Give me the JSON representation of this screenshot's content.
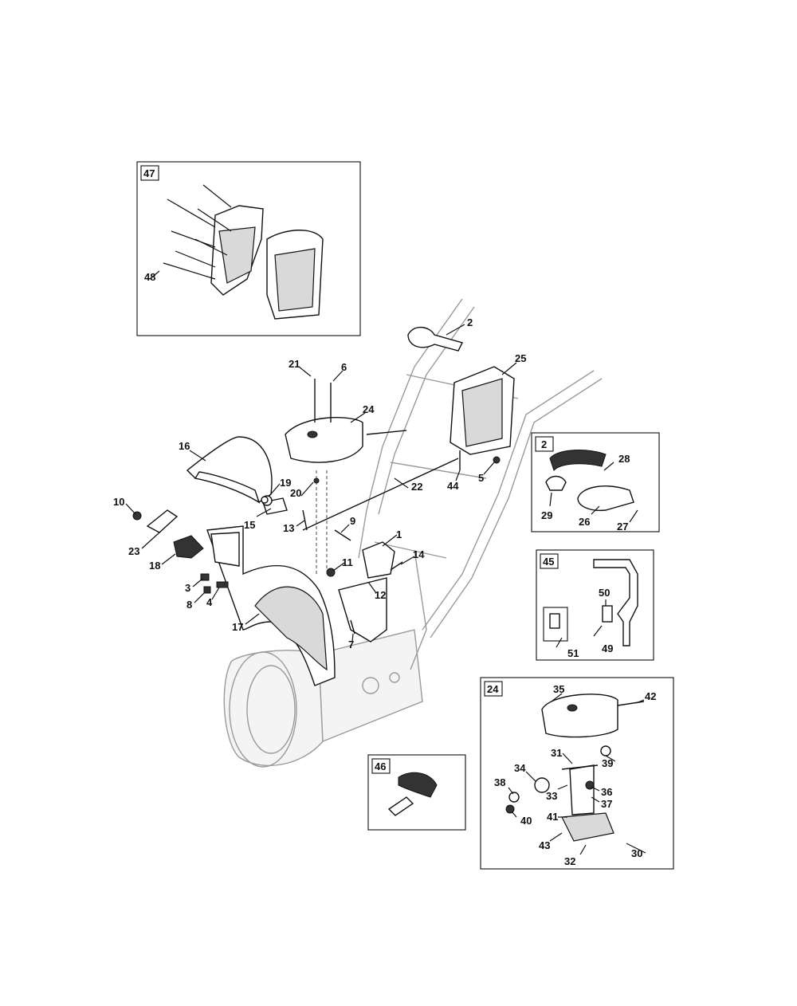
{
  "diagram": {
    "part_labels": [
      "1",
      "2",
      "3",
      "4",
      "5",
      "6",
      "7",
      "8",
      "9",
      "10",
      "11",
      "12",
      "13",
      "14",
      "15",
      "16",
      "17",
      "18",
      "19",
      "20",
      "21",
      "22",
      "23",
      "24",
      "25",
      "26",
      "27",
      "28",
      "29",
      "30",
      "31",
      "32",
      "33",
      "34",
      "35",
      "36",
      "37",
      "38",
      "39",
      "40",
      "41",
      "42",
      "43",
      "44",
      "45",
      "46",
      "47",
      "48",
      "49",
      "50",
      "51"
    ],
    "insets": [
      {
        "id": "47",
        "callouts": [
          "48"
        ]
      },
      {
        "id": "2",
        "callouts": [
          "28",
          "29",
          "26",
          "27"
        ]
      },
      {
        "id": "45",
        "callouts": [
          "50",
          "51",
          "49"
        ]
      },
      {
        "id": "24",
        "callouts": [
          "35",
          "42",
          "31",
          "39",
          "34",
          "38",
          "33",
          "36",
          "37",
          "40",
          "41",
          "43",
          "32",
          "30"
        ]
      },
      {
        "id": "46",
        "callouts": []
      }
    ]
  }
}
